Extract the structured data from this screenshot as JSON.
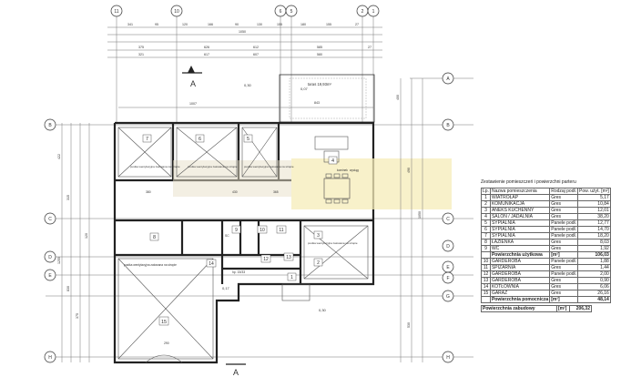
{
  "axes_top": [
    "11",
    "10",
    "6",
    "5",
    "2",
    "1"
  ],
  "axes_left": [
    "B",
    "C",
    "D",
    "E",
    "H"
  ],
  "axes_right": [
    "A",
    "B",
    "C",
    "D",
    "E",
    "F",
    "G",
    "H"
  ],
  "section_mark_top": "A",
  "section_mark_bottom": "A",
  "dims_top": {
    "row1": [
      "341",
      "95",
      "120",
      "166",
      "90",
      "130",
      "155",
      "180",
      "155",
      "27"
    ],
    "total": "1050",
    "row3": [
      "375",
      "626",
      "612",
      "585",
      "27"
    ],
    "row4": [
      "321",
      "617",
      "607",
      "580"
    ]
  },
  "terrace_label": "taras 19,93m²",
  "terrace_levels": [
    "0,30",
    "0,07"
  ],
  "terrace_dims": [
    "843",
    "1007"
  ],
  "room_numbers": [
    "7",
    "6",
    "5",
    "4",
    "8",
    "9",
    "10",
    "11",
    "14",
    "15",
    "12",
    "13",
    "3",
    "2",
    "1"
  ],
  "ceiling_notes": [
    "pustka wentylacyjna zatowana na stropie",
    "pustka wentylacyjna zatowana na stropie",
    "pustka wentylacyjna zatowana na stropie",
    "pustka wentylacyjna zatowana na stropie",
    "pustka wentylacyjna zatowana na stropie"
  ],
  "misc_labels": [
    "kominek",
    "wyciąg",
    "0,17",
    "0,30",
    "hp. 15/33",
    "SC",
    "380",
    "430",
    "365",
    "290"
  ],
  "vertical_dims_left": [
    "422",
    "315",
    "120",
    "830",
    "375",
    "1255"
  ],
  "vertical_dims_right": [
    "400",
    "490",
    "1050",
    "530"
  ],
  "room_table": {
    "caption": "Zestawienie pomieszczeń i powierzchni parteru",
    "headers": [
      "Lp.",
      "Nazwa pomieszczenia",
      "Rodzaj podł.",
      "Pow. użyt. [m²]"
    ],
    "rows": [
      [
        "1",
        "WIATROŁAP",
        "Gres",
        "5,17"
      ],
      [
        "2",
        "KOMUNIKACJA",
        "Gres",
        "10,84"
      ],
      [
        "3",
        "ANEKS KUCHENNY",
        "Gres",
        "12,01"
      ],
      [
        "4",
        "SALON / JADALNIA",
        "Gres",
        "38,20"
      ],
      [
        "5",
        "SYPIALNIA",
        "Panele podł.",
        "12,77"
      ],
      [
        "6",
        "SYPIALNIA",
        "Panele podł.",
        "14,70"
      ],
      [
        "7",
        "SYPIALNIA",
        "Panele podł.",
        "18,20"
      ],
      [
        "8",
        "ŁAZIENKA",
        "Gres",
        "8,03"
      ],
      [
        "9",
        "WC",
        "Gres",
        "1,92"
      ]
    ],
    "subtotal1": [
      "",
      "Powierzchnia użytkowa",
      "[m²]",
      "106,03"
    ],
    "rows2": [
      [
        "10",
        "GARDEROBA",
        "Panele podł.",
        "1,88"
      ],
      [
        "11",
        "SPIŻARNIA",
        "Gres",
        "1,44"
      ],
      [
        "12",
        "GARDEROBA",
        "Panele podł.",
        "2,00"
      ],
      [
        "13",
        "GARDEROBA",
        "Gres",
        "0,90"
      ],
      [
        "14",
        "KOTŁOWNIA",
        "Gres",
        "6,06"
      ],
      [
        "15",
        "GARAŻ",
        "Gres",
        "26,16"
      ]
    ],
    "subtotal2": [
      "",
      "Powierzchnia pomocnicza",
      "[m²]",
      "48,14"
    ],
    "total": [
      "Powierzchnia zabudowy",
      "[m²]",
      "206,32"
    ]
  }
}
